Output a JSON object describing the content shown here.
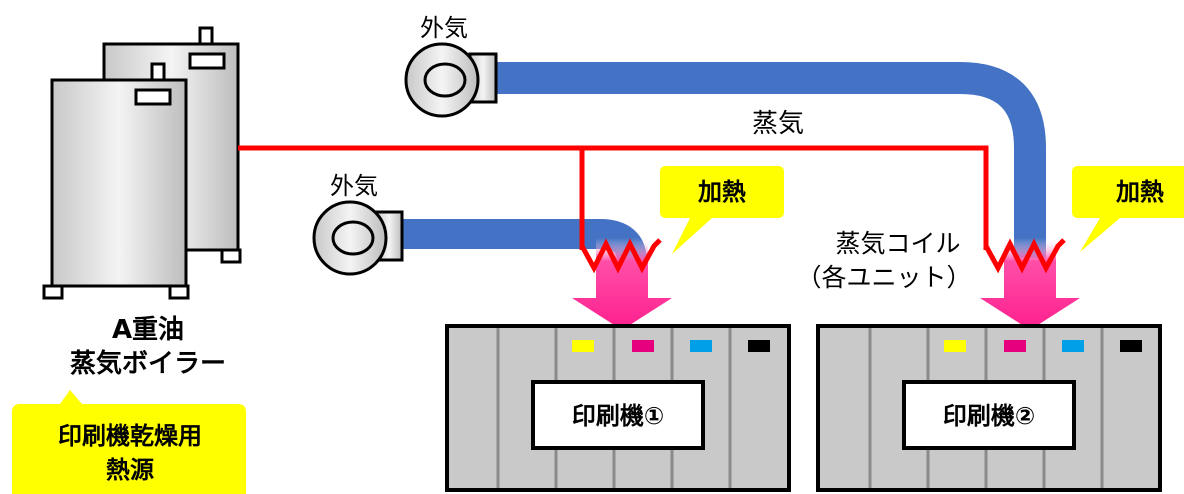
{
  "boiler": {
    "label_line1": "A重油",
    "label_line2": "蒸気ボイラー",
    "callout_line1": "印刷機乾燥用",
    "callout_line2": "熱源"
  },
  "labels": {
    "outside_air_top": "外気",
    "outside_air_left": "外気",
    "steam": "蒸気",
    "heating_1": "加熱",
    "heating_2": "加熱",
    "steam_coil_line1": "蒸気コイル",
    "steam_coil_line2": "（各ユニット）"
  },
  "printers": [
    {
      "label": "印刷機①"
    },
    {
      "label": "印刷機②"
    }
  ],
  "colors": {
    "duct": "#4472c4",
    "steam_line": "#ff0000",
    "callout": "#ffff00",
    "arrow": "#ff1f8e",
    "ink_yellow": "#ffff00",
    "ink_magenta": "#e6007e",
    "ink_cyan": "#00a0e9",
    "ink_black": "#000000"
  }
}
